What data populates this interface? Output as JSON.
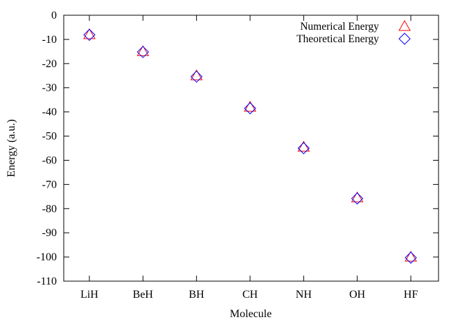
{
  "chart_data": {
    "type": "scatter",
    "categories": [
      "LiH",
      "BeH",
      "BH",
      "CH",
      "NH",
      "OH",
      "HF"
    ],
    "series": [
      {
        "name": "Numerical Energy",
        "marker": "triangle",
        "color": "#ff0000",
        "values": [
          -8.0,
          -15.0,
          -25.0,
          -38.0,
          -54.5,
          -75.5,
          -100.0
        ]
      },
      {
        "name": "Theoretical Energy",
        "marker": "diamond",
        "color": "#0000ff",
        "values": [
          -8.1,
          -15.2,
          -25.4,
          -38.5,
          -55.0,
          -75.8,
          -100.3
        ]
      }
    ],
    "xlabel": "Molecule",
    "ylabel": "Energy (a.u.)",
    "ylim": [
      -110,
      0
    ],
    "yticks": [
      0,
      -10,
      -20,
      -30,
      -40,
      -50,
      -60,
      -70,
      -80,
      -90,
      -100,
      -110
    ],
    "grid": false,
    "legend_position": "top-right"
  }
}
